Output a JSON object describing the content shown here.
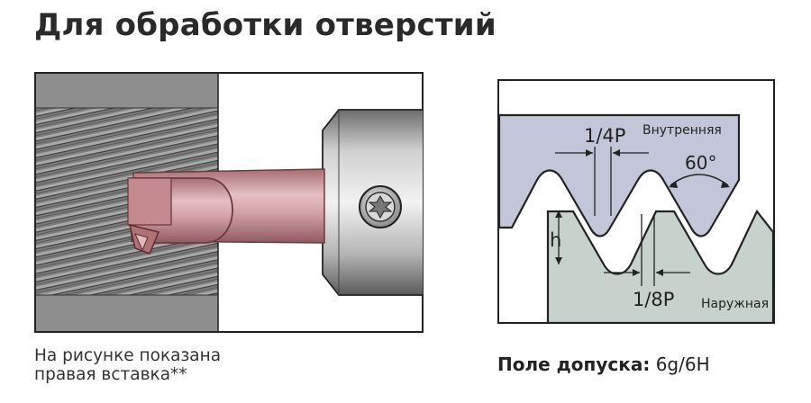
{
  "title": "Для обработки отверстий",
  "left_caption": {
    "line1": "На рисунке показана",
    "line2": "правая вставка**"
  },
  "right_caption": {
    "label": "Поле допуска:",
    "value": "6g/6H"
  },
  "diagram": {
    "internal_label": "Внутренняя",
    "external_label": "Наружная",
    "dim_top": "1/4P",
    "dim_bottom": "1/8P",
    "angle": "60°",
    "height": "h"
  },
  "colors": {
    "internal_fill": "#c3c6d9",
    "external_fill": "#c7d2cd",
    "tool_fill": "#d4a3a7",
    "workpiece_gray": "#8e8e8e"
  }
}
